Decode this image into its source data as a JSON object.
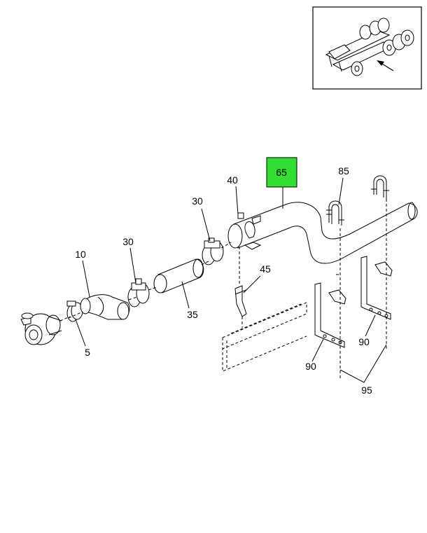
{
  "callouts": {
    "c65": "65",
    "c85": "85",
    "c40": "40",
    "c30_upper": "30",
    "c30_lower": "30",
    "c10": "10",
    "c45": "45",
    "c35": "35",
    "c5": "5",
    "c90_left": "90",
    "c90_right": "90",
    "c95": "95"
  },
  "highlight": {
    "part": "65",
    "color": "#33dd33"
  },
  "icons": {
    "locator": "vehicle-chassis-locator-icon",
    "arrow": "locator-arrow-icon"
  }
}
